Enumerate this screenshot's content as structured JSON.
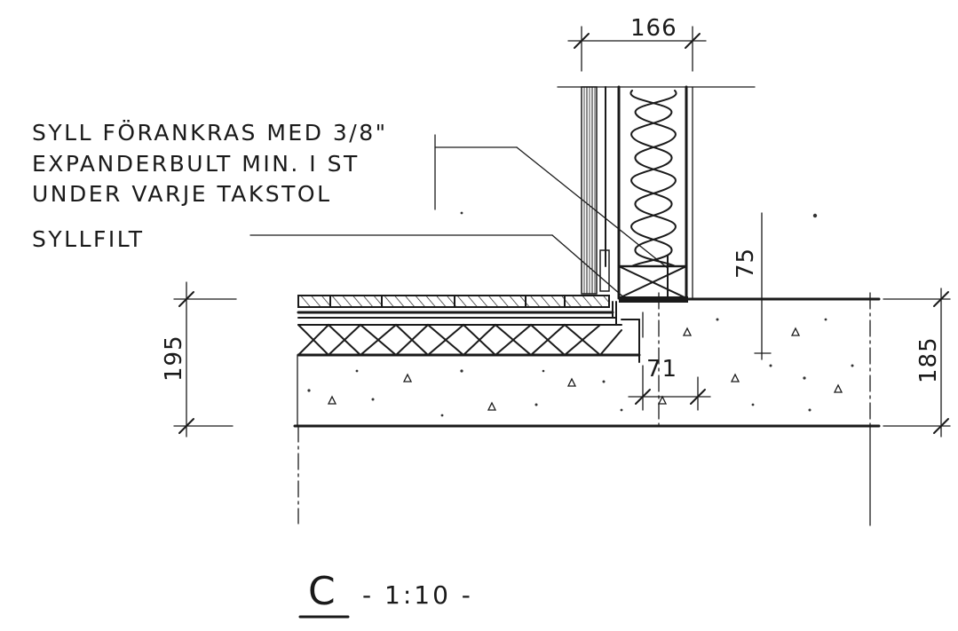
{
  "notes": {
    "anchor_line1": "SYLL FÖRANKRAS MED 3/8\"",
    "anchor_line2": "EXPANDERBULT MIN. I ST",
    "anchor_line3": "UNDER VARJE TAKSTOL",
    "sill_felt": "SYLLFILT"
  },
  "dimensions": {
    "wall_width": "166",
    "step_height": "75",
    "floor_depth": "195",
    "slab_depth": "185",
    "offset": "71"
  },
  "title": {
    "detail_letter": "C",
    "scale": "- 1:10 -"
  }
}
